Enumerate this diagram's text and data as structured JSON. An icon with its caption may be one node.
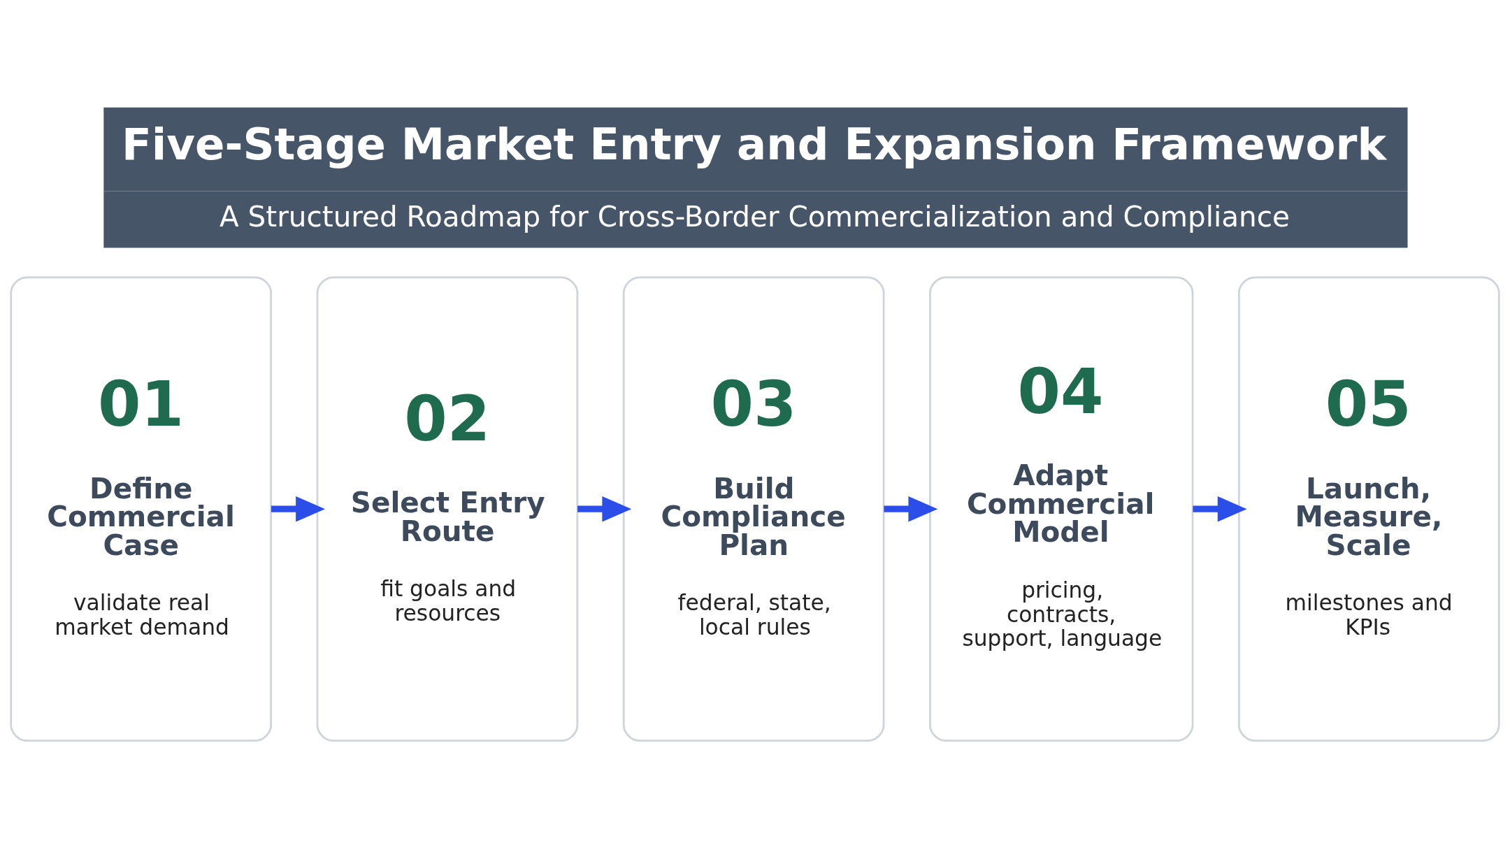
{
  "diagram": {
    "title": "Five-Stage Market Entry and Expansion Framework",
    "nodes": [
      {
        "text": [
          "01",
          "Define Commercial Case",
          "validate real market demand"
        ]
      },
      {
        "text": [
          "02",
          "Select Entry Route",
          "fit goals and resources"
        ]
      },
      {
        "text": [
          "03",
          "Build Compliance Plan",
          "federal, state, local rules"
        ]
      },
      {
        "text": [
          "04",
          "Adapt Commercial Model",
          "pricing, contracts, support, language"
        ]
      },
      {
        "text": [
          "05",
          "Launch, Measure, Scale",
          "milestones and KPIs"
        ]
      }
    ],
    "edges": [
      {
        "from": 0,
        "to": 1,
        "arrow": "to"
      },
      {
        "from": 1,
        "to": 2,
        "arrow": "to"
      },
      {
        "from": 2,
        "to": 3,
        "arrow": "to"
      },
      {
        "from": 3,
        "to": 4,
        "arrow": "to"
      }
    ],
    "labels": [
      "A Structured Roadmap for Cross-Border Commercialization and Compliance"
    ]
  }
}
